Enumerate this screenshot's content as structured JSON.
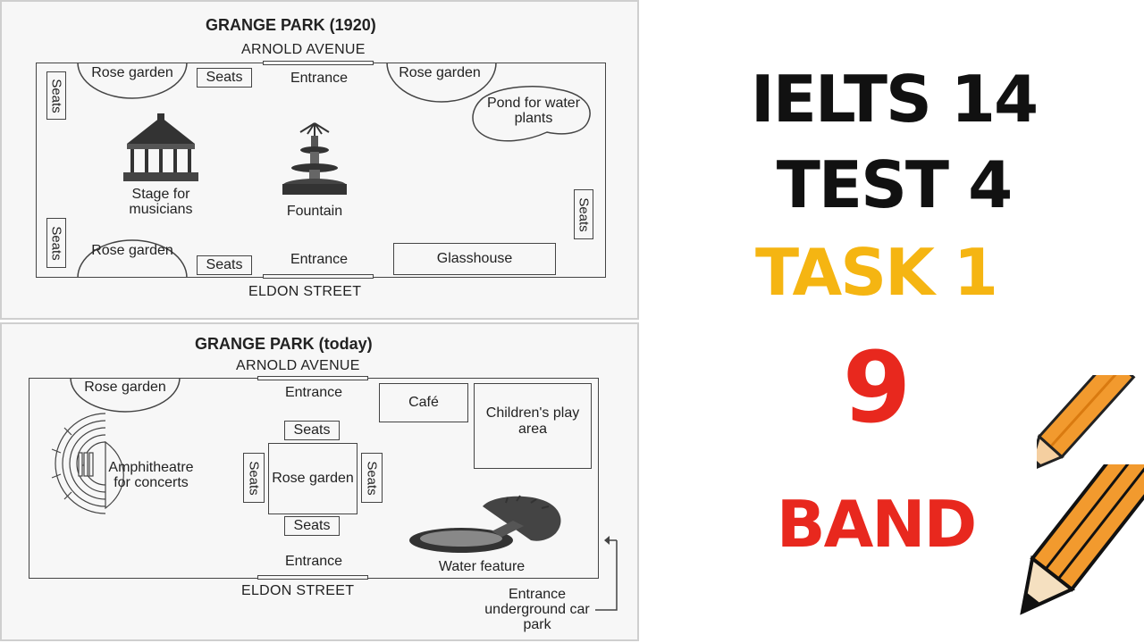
{
  "map_1920": {
    "title": "GRANGE PARK (1920)",
    "top_street": "ARNOLD AVENUE",
    "bottom_street": "ELDON STREET",
    "rose_garden_label": "Rose garden",
    "seats_label": "Seats",
    "entrance_label": "Entrance",
    "pond_label": "Pond for water plants",
    "stage_label": "Stage for musicians",
    "fountain_label": "Fountain",
    "glasshouse_label": "Glasshouse"
  },
  "map_today": {
    "title": "GRANGE PARK (today)",
    "top_street": "ARNOLD AVENUE",
    "bottom_street": "ELDON STREET",
    "rose_garden_label": "Rose garden",
    "entrance_label": "Entrance",
    "cafe_label": "Café",
    "play_area_label": "Children's play area",
    "amphitheatre_label": "Amphitheatre for concerts",
    "seats_label": "Seats",
    "water_feature_label": "Water feature",
    "car_park_label": "Entrance underground car park"
  },
  "headline": {
    "line1": "IELTS 14",
    "line2": "TEST 4",
    "line3": "TASK 1",
    "line4": "9",
    "line5": "BAND"
  },
  "colors": {
    "headline_black": "#111111",
    "task_yellow": "#f5b512",
    "band_red": "#e8281e",
    "pencil_orange": "#f29a2e"
  }
}
